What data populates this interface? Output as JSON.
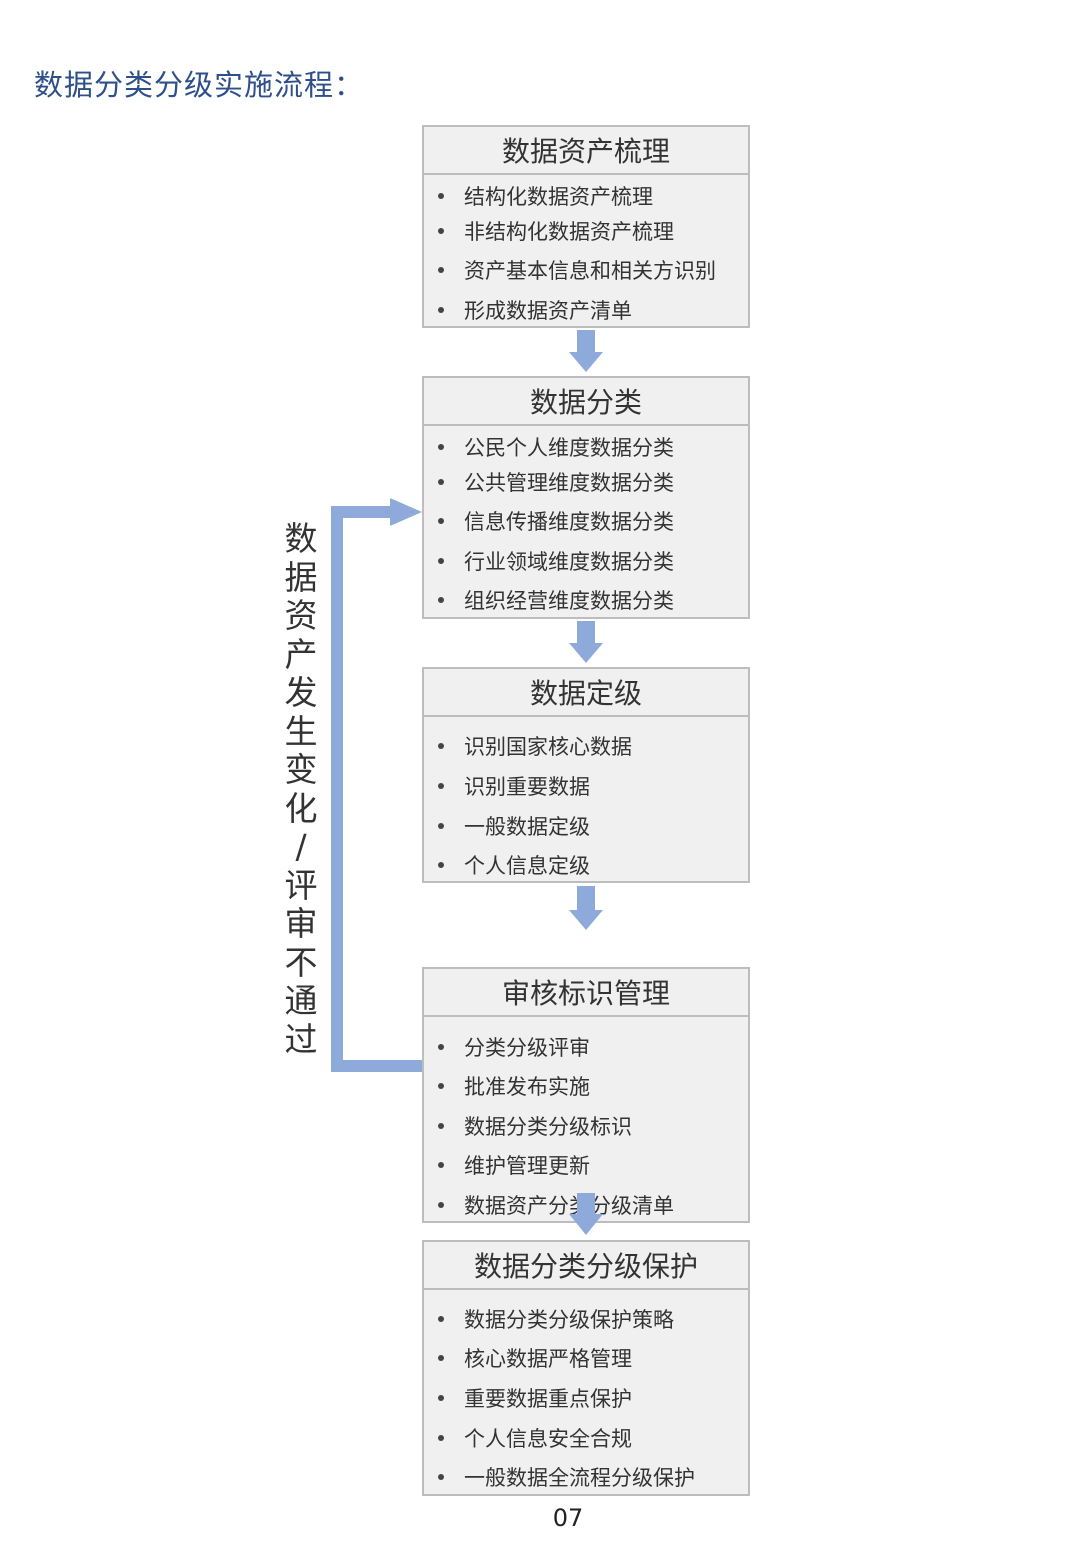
{
  "title": "数据分类分级实施流程：",
  "steps": [
    {
      "header": "数据资产梳理",
      "items": [
        "结构化数据资产梳理",
        "非结构化数据资产梳理",
        "资产基本信息和相关方识别",
        "形成数据资产清单"
      ]
    },
    {
      "header": "数据分类",
      "items": [
        "公民个人维度数据分类",
        "公共管理维度数据分类",
        "信息传播维度数据分类",
        "行业领域维度数据分类",
        "组织经营维度数据分类"
      ]
    },
    {
      "header": "数据定级",
      "items": [
        "识别国家核心数据",
        "识别重要数据",
        "一般数据定级",
        "个人信息定级"
      ]
    },
    {
      "header": "审核标识管理",
      "items": [
        "分类分级评审",
        "批准发布实施",
        "数据分类分级标识",
        "维护管理更新",
        "数据资产分类分级清单"
      ]
    },
    {
      "header": "数据分类分级保护",
      "items": [
        "数据分类分级保护策略",
        "核心数据严格管理",
        "重要数据重点保护",
        " 个人信息安全合规",
        "一般数据全流程分级保护"
      ]
    }
  ],
  "feedback_label": "数据资产发生变化/评审不通过",
  "page_number": "07",
  "colors": {
    "arrow": "#8eaadb",
    "title": "#2e4f8a",
    "box_fill": "#f0f0f0",
    "box_border": "#bdbdbd"
  }
}
